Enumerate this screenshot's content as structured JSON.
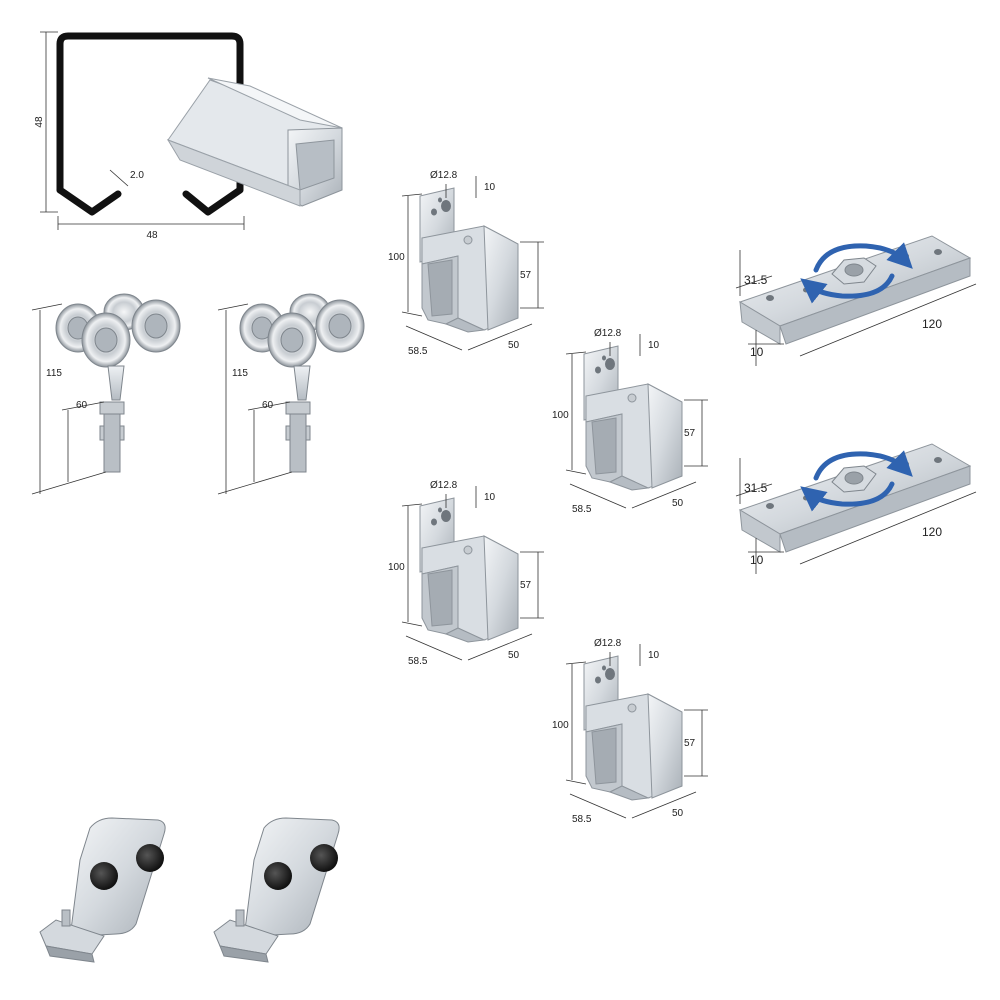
{
  "rail": {
    "height_label": "48",
    "width_label": "48",
    "thickness_label": "2.0"
  },
  "trolleys": [
    {
      "total_height_label": "115",
      "bolt_height_label": "60"
    },
    {
      "total_height_label": "115",
      "bolt_height_label": "60"
    }
  ],
  "brackets": [
    {
      "hole_label": "Ø12.8",
      "edge_label": "10",
      "height_label": "100",
      "inner_height_label": "57",
      "depth_label": "58.5",
      "width_label": "50"
    },
    {
      "hole_label": "Ø12.8",
      "edge_label": "10",
      "height_label": "100",
      "inner_height_label": "57",
      "depth_label": "58.5",
      "width_label": "50"
    },
    {
      "hole_label": "Ø12.8",
      "edge_label": "10",
      "height_label": "100",
      "inner_height_label": "57",
      "depth_label": "58.5",
      "width_label": "50"
    },
    {
      "hole_label": "Ø12.8",
      "edge_label": "10",
      "height_label": "100",
      "inner_height_label": "57",
      "depth_label": "58.5",
      "width_label": "50"
    }
  ],
  "plates": [
    {
      "edge_label": "31.5",
      "height_label": "10",
      "length_label": "120"
    },
    {
      "edge_label": "31.5",
      "height_label": "10",
      "length_label": "120"
    }
  ],
  "colors": {
    "outline": "#1a1a1a",
    "metal_light": "#e7eaed",
    "metal_mid": "#c3c8cd",
    "metal_dark": "#9aa1a8",
    "rotation_arrow": "#2f63b0",
    "rubber": "#1f1f1f"
  },
  "icons": [
    "rotation-arrow-icon"
  ]
}
